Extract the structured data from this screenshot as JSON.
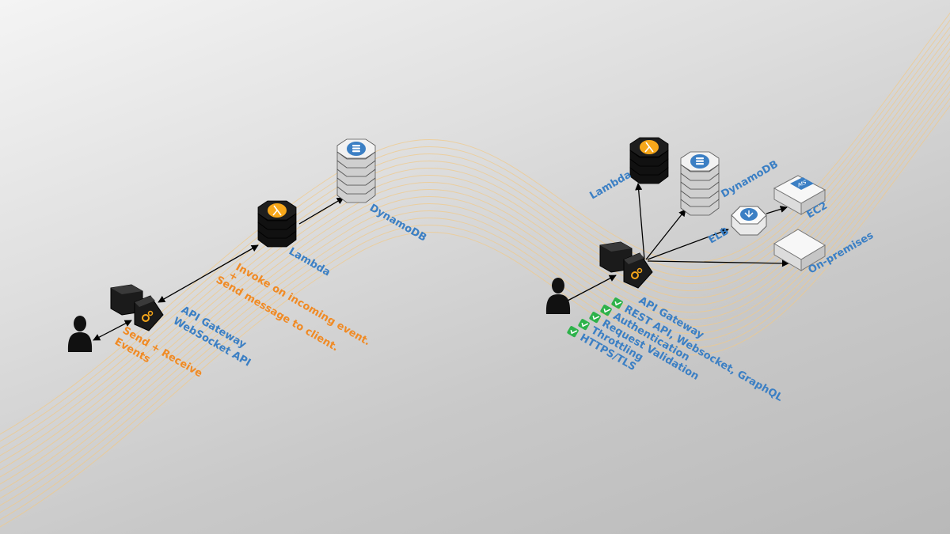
{
  "left": {
    "dynamodb_label": "DynamoDB",
    "lambda_label": "Lambda",
    "invoke_line1": "Invoke on incoming event.",
    "invoke_line2": "+",
    "invoke_line3": "Send message to client.",
    "gateway_line1": "API Gateway",
    "gateway_line2": "WebSocket API",
    "events_line1": "Send + Receive",
    "events_line2": "Events"
  },
  "right": {
    "lambda_label": "Lambda",
    "dynamodb_label": "DynamoDB",
    "elb_label": "ELB",
    "ec2_label": "EC2",
    "onprem_label": "On-premises",
    "gateway_label": "API Gateway",
    "features": [
      "REST API, Websocket, GraphQL",
      "Authentication",
      "Request Validation",
      "Throttling",
      "HTTPS/TLS"
    ]
  },
  "colors": {
    "label_blue": "#3b7fc4",
    "label_orange": "#f08a24",
    "check_green": "#2db24a",
    "wave": "#f0c98a"
  }
}
